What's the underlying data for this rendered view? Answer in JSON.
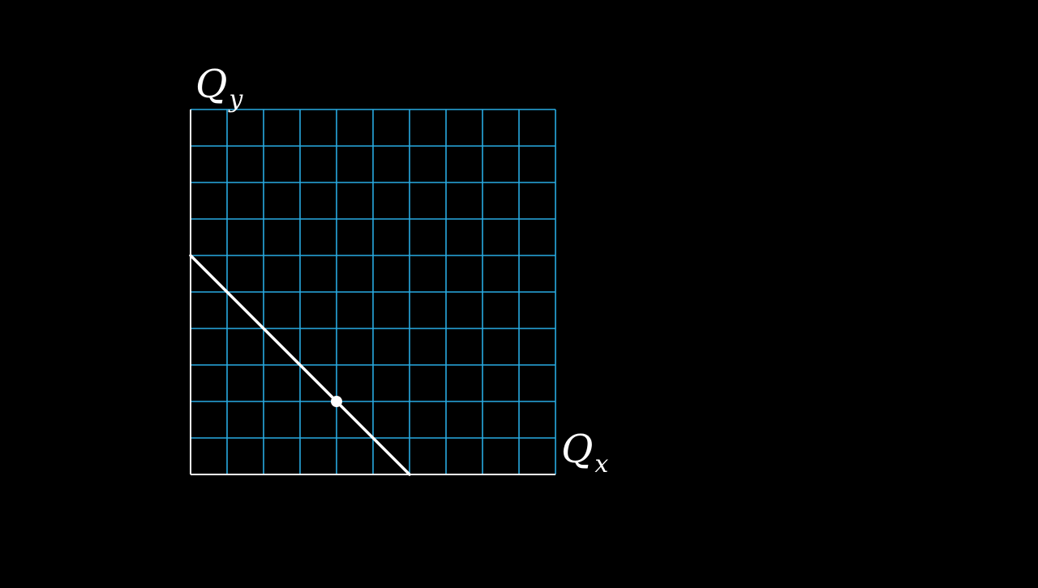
{
  "chart_data": {
    "type": "line",
    "title": "",
    "xlabel": {
      "main": "Q",
      "sub": "x"
    },
    "ylabel": {
      "main": "Q",
      "sub": "y"
    },
    "xlim": [
      0,
      10
    ],
    "ylim": [
      0,
      10
    ],
    "grid": true,
    "grid_step": 1,
    "colors": {
      "background": "#000000",
      "grid": "#29abe2",
      "axes": "#ffffff",
      "line": "#ffffff",
      "point": "#ffffff"
    },
    "series": [
      {
        "points": [
          [
            0,
            6
          ],
          [
            6,
            0
          ]
        ]
      }
    ],
    "highlight_points": [
      {
        "x": 4,
        "y": 2
      }
    ]
  }
}
